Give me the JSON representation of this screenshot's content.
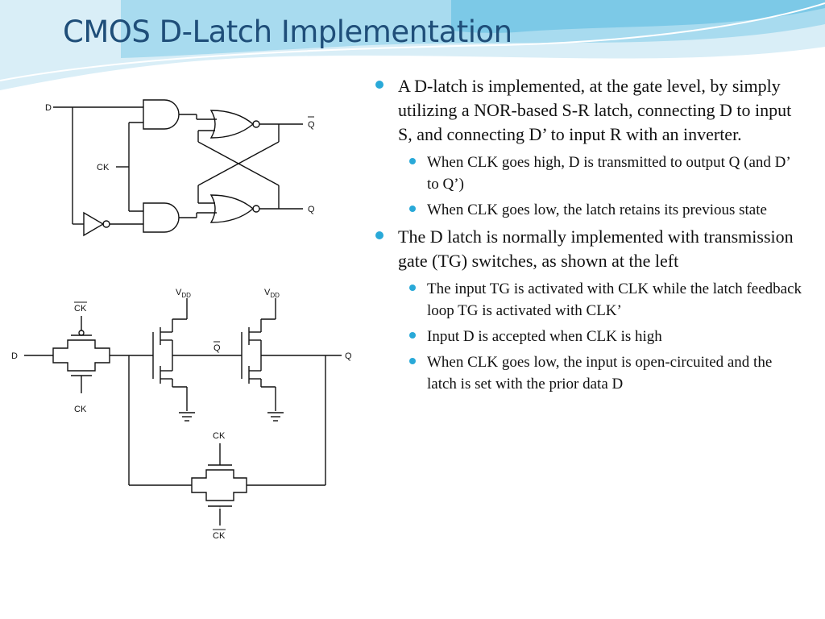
{
  "title": "CMOS D-Latch Implementation",
  "colors": {
    "title": "#1f4e79",
    "bullet": "#29a9d8",
    "wave_light": "#cfe9f4",
    "wave_mid": "#8ecfe8"
  },
  "diagram_gate": {
    "d": "D",
    "ck": "CK",
    "q_bar": "Q",
    "q": "Q"
  },
  "diagram_tg": {
    "ck_bar_top": "CK",
    "ck_bottom": "CK",
    "d": "D",
    "vdd": "V",
    "vdd_sub": "DD",
    "q_bar": "Q",
    "q": "Q",
    "ck_feedback": "CK",
    "ck_bar_feedback": "CK"
  },
  "bullets": [
    {
      "text": "A D-latch is implemented, at the gate level, by simply utilizing a NOR-based S-R latch, connecting D to input S, and connecting D’ to input R with an inverter.",
      "sub": [
        "When CLK goes high, D is transmitted to output Q (and D’ to Q’)",
        "When CLK goes low, the latch retains its previous state"
      ]
    },
    {
      "text": "The D latch is normally implemented with transmission gate (TG) switches, as shown at the left",
      "sub": [
        "The input TG is activated with CLK while the latch feedback loop TG is activated with CLK’",
        "Input D is accepted when CLK is high",
        "When CLK goes low, the input is open-circuited and the latch is set with the prior data D"
      ]
    }
  ]
}
